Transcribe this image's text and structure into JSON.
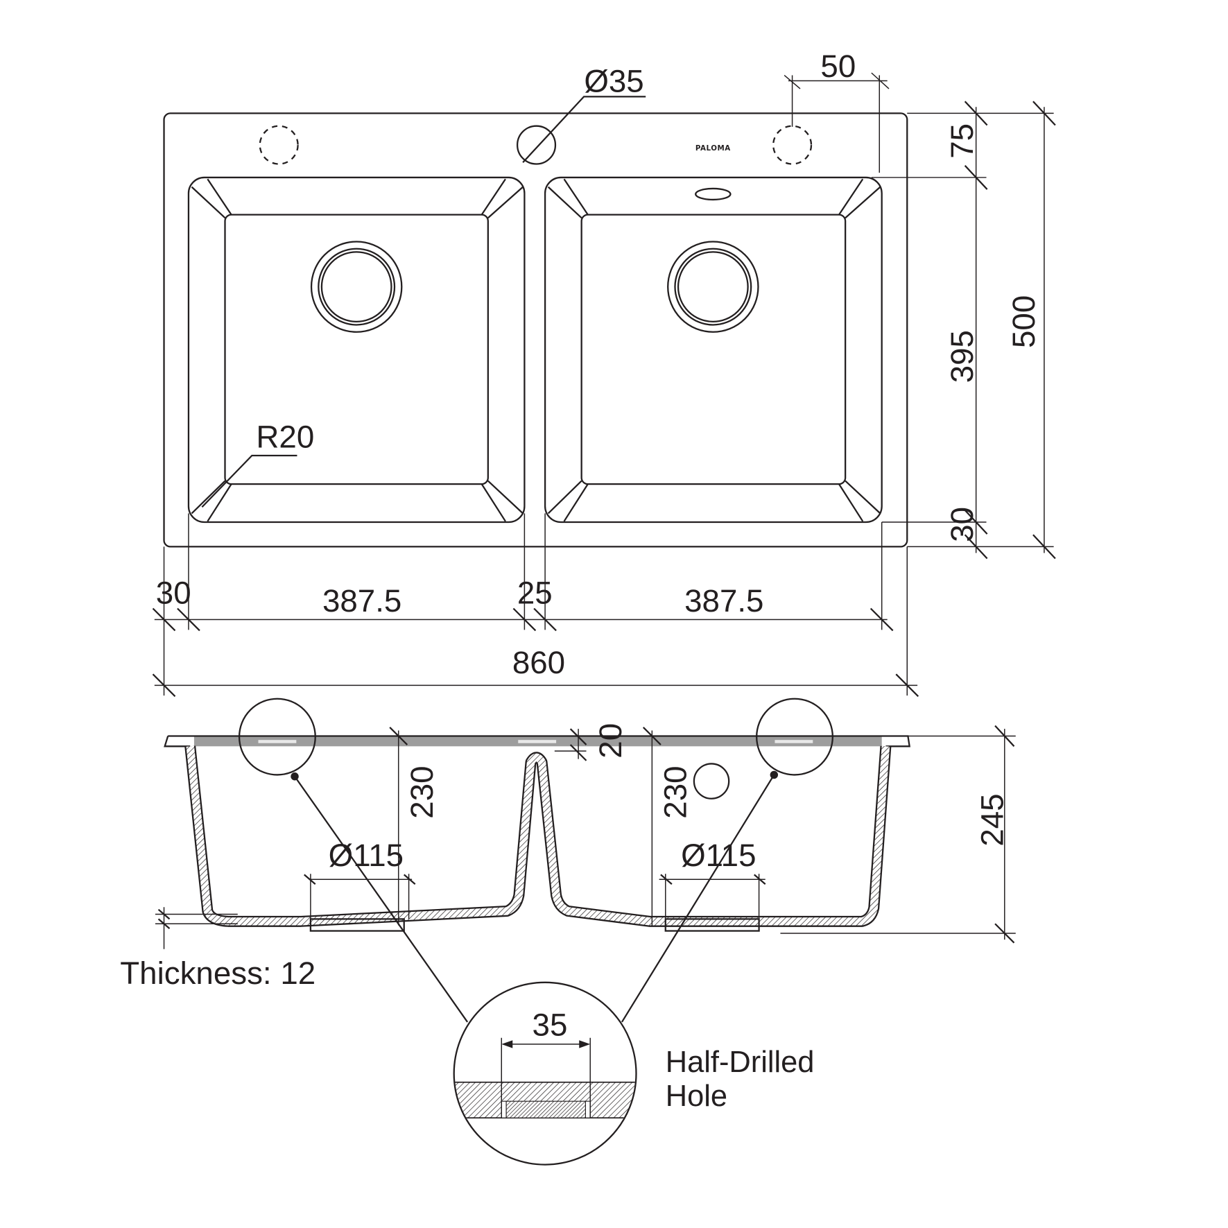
{
  "brand": {
    "logo_text": "PALOMA"
  },
  "top_view": {
    "tap_hole_diameter": "Ø35",
    "tap_offset": "50",
    "rim_depth": "75",
    "bowl_depth": "395",
    "front_rim": "30",
    "overall_depth": "500",
    "corner_radius": "R20",
    "left_margin": "30",
    "bowl_width_left": "387.5",
    "divider": "25",
    "bowl_width_right": "387.5",
    "overall_width": "860"
  },
  "section_view": {
    "left_bowl_height": "230",
    "right_bowl_height": "230",
    "rim_thickness": "20",
    "total_height": "245",
    "left_drain": "Ø115",
    "right_drain": "Ø115",
    "thickness_label": "Thickness: 12"
  },
  "detail": {
    "hole_size": "35",
    "caption_line1": "Half-Drilled",
    "caption_line2": "Hole"
  },
  "colors": {
    "line": "#231f20",
    "rim_band": "#9d9d9d"
  }
}
